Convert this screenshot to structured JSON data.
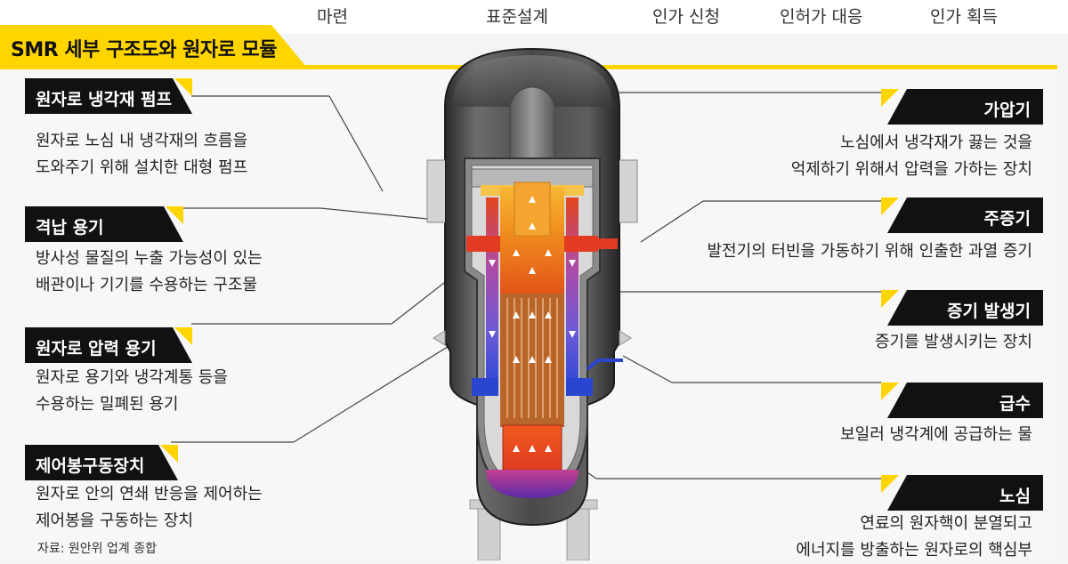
{
  "steps": [
    "마련",
    "표준설계",
    "인가 신청",
    "인허가 대응",
    "인가 획득"
  ],
  "section_title": "SMR 세부 구조도와 원자로 모듈",
  "left_items": [
    {
      "title": "원자로 냉각재 펌프",
      "desc1": "원자로 노심 내 냉각재의 흐름을",
      "desc2": "도와주기 위해 설치한 대형 펌프"
    },
    {
      "title": "격납 용기",
      "desc1": "방사성 물질의 누출 가능성이 있는",
      "desc2": "배관이나 기기를 수용하는 구조물"
    },
    {
      "title": "원자로 압력 용기",
      "desc1": "원자로 용기와 냉각계통 등을",
      "desc2": "수용하는 밀폐된 용기"
    },
    {
      "title": "제어봉구동장치",
      "desc1": "원자로 안의 연쇄 반응을 제어하는",
      "desc2": "제어봉을 구동하는 장치"
    }
  ],
  "right_items": [
    {
      "title": "가압기",
      "desc1": "노심에서 냉각재가 끓는 것을",
      "desc2": "억제하기 위해서 압력을 가하는 장치"
    },
    {
      "title": "주증기",
      "desc1": "발전기의 터빈을 가동하기 위해 인출한 과열 증기",
      "desc2": ""
    },
    {
      "title": "증기 발생기",
      "desc1": "증기를 발생시키는 장치",
      "desc2": ""
    },
    {
      "title": "급수",
      "desc1": "보일러 냉각계에 공급하는 물",
      "desc2": ""
    },
    {
      "title": "노심",
      "desc1": "연료의 원자핵이 분열되고",
      "desc2": "에너지를 방출하는 원자로의 핵심부"
    }
  ],
  "source": "자료: 원안위 업계 종합",
  "colors": {
    "accent": "#ffd500",
    "label_bg": "#111111",
    "hot": "#f28a1e",
    "cold": "#2d49c8"
  }
}
